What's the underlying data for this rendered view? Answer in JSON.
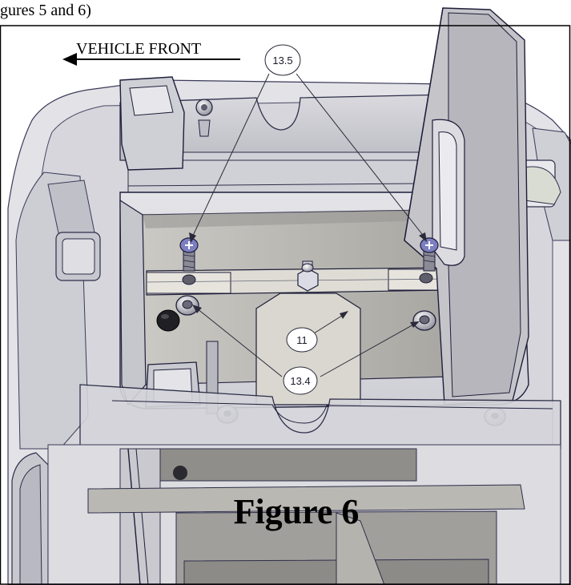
{
  "header_fragment": "gures 5 and 6)",
  "direction_label": "VEHICLE FRONT",
  "callouts": {
    "top_screws": "13.5",
    "plate": "11",
    "washers": "13.4"
  },
  "figure_caption": "Figure 6"
}
